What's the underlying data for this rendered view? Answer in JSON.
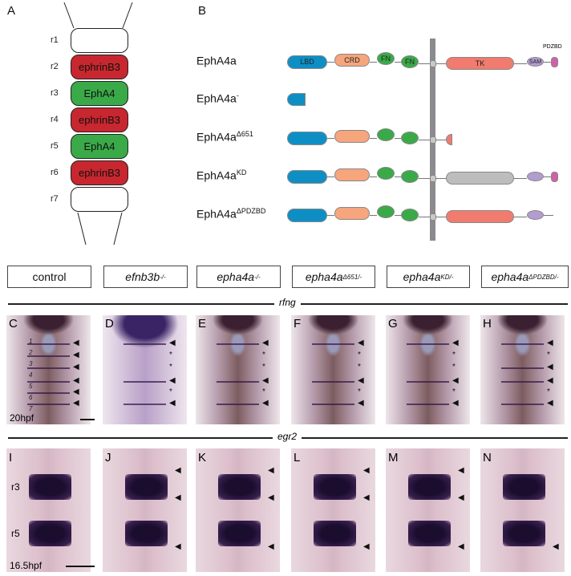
{
  "panel_a": {
    "label": "A",
    "segments": [
      {
        "r": "r1",
        "text": "",
        "color": "#ffffff"
      },
      {
        "r": "r2",
        "text": "ephrinB3",
        "color": "#c8272f"
      },
      {
        "r": "r3",
        "text": "EphA4",
        "color": "#3aaa48"
      },
      {
        "r": "r4",
        "text": "ephrinB3",
        "color": "#c8272f"
      },
      {
        "r": "r5",
        "text": "EphA4",
        "color": "#3aaa48"
      },
      {
        "r": "r6",
        "text": "ephrinB3",
        "color": "#c8272f"
      },
      {
        "r": "r7",
        "text": "",
        "color": "#ffffff"
      }
    ]
  },
  "panel_b": {
    "label": "B",
    "domain_labels": {
      "lbd": "LBD",
      "crd": "CRD",
      "fn1": "FN",
      "fn2": "FN",
      "tk": "TK",
      "sam": "SAM",
      "pdzbd": "PDZBD"
    },
    "colors": {
      "lbd": "#0d8fc6",
      "crd": "#f6a57c",
      "fn": "#3aaa48",
      "tk": "#f07b6e",
      "kd": "#bdbdbd",
      "sam": "#b39cd0",
      "pdzbd": "#d160a8",
      "membrane": "#8a8a8f"
    },
    "proteins": [
      {
        "base": "EphA4a",
        "sup": ""
      },
      {
        "base": "EphA4a",
        "sup": "-"
      },
      {
        "base": "EphA4a",
        "sup": "Δ651"
      },
      {
        "base": "EphA4a",
        "sup": "KD"
      },
      {
        "base": "EphA4a",
        "sup": "ΔPDZBD"
      }
    ]
  },
  "headers": [
    {
      "base": "control",
      "sup": ""
    },
    {
      "base": "efnb3b",
      "sup": "-/-"
    },
    {
      "base": "epha4a",
      "sup": "-/-"
    },
    {
      "base": "epha4a",
      "sup": "Δ651/-"
    },
    {
      "base": "epha4a",
      "sup": "KD/-"
    },
    {
      "base": "epha4a",
      "sup": "ΔPDZBD/-"
    }
  ],
  "rfng": {
    "label": "rfng",
    "stage": "20hpf",
    "numbers": [
      "1",
      "2",
      "3",
      "4",
      "5",
      "6",
      "7"
    ],
    "panels": [
      {
        "letter": "C",
        "markers": [
          "◀",
          "◀",
          "◀",
          "◀",
          "◀",
          "◀"
        ]
      },
      {
        "letter": "D",
        "markers": [
          "◀",
          "*",
          "*",
          "◀",
          "*",
          "◀"
        ]
      },
      {
        "letter": "E",
        "markers": [
          "◀",
          "*",
          "*",
          "◀",
          "*",
          "◀"
        ]
      },
      {
        "letter": "F",
        "markers": [
          "◀",
          "*",
          "*",
          "◀",
          "*",
          "◀"
        ]
      },
      {
        "letter": "G",
        "markers": [
          "◀",
          "*",
          "*",
          "◀",
          "*",
          "◀"
        ]
      },
      {
        "letter": "H",
        "markers": [
          "◀",
          "*",
          "◀",
          "◀",
          "*",
          "◀"
        ]
      }
    ]
  },
  "egr2": {
    "label": "egr2",
    "stage": "16.5hpf",
    "r3": "r3",
    "r5": "r5",
    "panels": [
      {
        "letter": "I",
        "markers": [
          "",
          "",
          ""
        ]
      },
      {
        "letter": "J",
        "markers": [
          "◀",
          "◀",
          "◀"
        ]
      },
      {
        "letter": "K",
        "markers": [
          "◀",
          "◀",
          "◀"
        ]
      },
      {
        "letter": "L",
        "markers": [
          "◀",
          "◀",
          "◀"
        ]
      },
      {
        "letter": "M",
        "markers": [
          "◀",
          "◀",
          "◀"
        ]
      },
      {
        "letter": "N",
        "markers": [
          "",
          "",
          "◀"
        ]
      }
    ]
  }
}
